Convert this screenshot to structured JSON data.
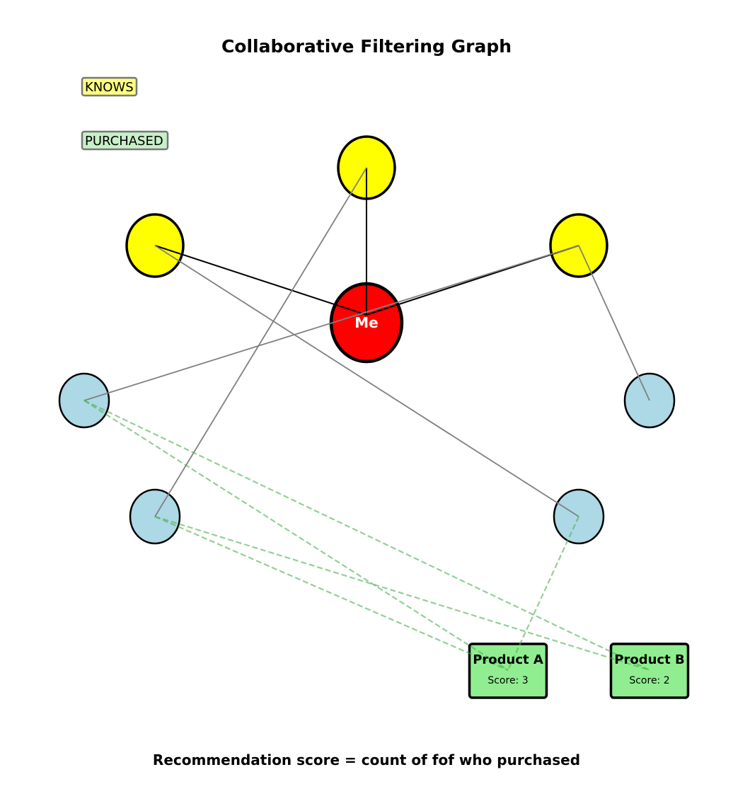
{
  "title": "Collaborative Filtering Graph",
  "footer": "Recommendation score = count of fof who purchased",
  "legend": [
    {
      "label": "KNOWS",
      "color": "#ffff80"
    },
    {
      "label": "PURCHASED",
      "color": "#c8f0c8"
    }
  ],
  "colors": {
    "me": "#ff0000",
    "friend": "#ffff00",
    "fof": "#add8e6",
    "product": "#90ee90",
    "knows_edge": "#000000",
    "fof_edge": "#808080",
    "purchased_edge": "#4caf50"
  },
  "nodes": {
    "me": {
      "id": "me",
      "label": "Me"
    },
    "friends": [
      {
        "id": "f1"
      },
      {
        "id": "f2"
      },
      {
        "id": "f3"
      }
    ],
    "fofs": [
      {
        "id": "fof1"
      },
      {
        "id": "fof2"
      },
      {
        "id": "fof3"
      },
      {
        "id": "fof4"
      }
    ],
    "products": [
      {
        "id": "pA",
        "name": "Product A",
        "score_label": "Score: 3"
      },
      {
        "id": "pB",
        "name": "Product B",
        "score_label": "Score: 2"
      }
    ]
  },
  "edges": {
    "knows": [
      [
        "me",
        "f1"
      ],
      [
        "me",
        "f2"
      ],
      [
        "me",
        "f3"
      ]
    ],
    "friend_of_friend": [
      [
        "f1",
        "fof2"
      ],
      [
        "f2",
        "fof3"
      ],
      [
        "f3",
        "fof1"
      ],
      [
        "f3",
        "fof4"
      ]
    ],
    "purchased": [
      [
        "fof1",
        "pA"
      ],
      [
        "fof1",
        "pB"
      ],
      [
        "fof2",
        "pA"
      ],
      [
        "fof2",
        "pB"
      ],
      [
        "fof3",
        "pA"
      ]
    ]
  }
}
